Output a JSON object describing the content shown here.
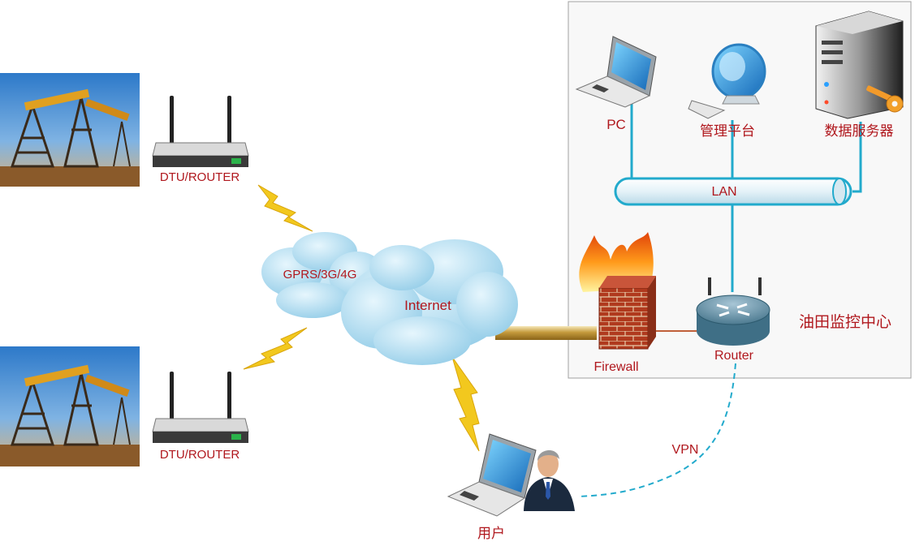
{
  "labels": {
    "dtu_top": "DTU/ROUTER",
    "dtu_bottom": "DTU/ROUTER",
    "wireless": "GPRS/3G/4G",
    "internet": "Internet",
    "pc": "PC",
    "mgmt_platform": "管理平台",
    "data_server": "数据服务器",
    "lan": "LAN",
    "firewall": "Firewall",
    "router": "Router",
    "control_center": "油田监控中心",
    "vpn": "VPN",
    "user": "用户"
  },
  "icons": {
    "oil_field_top": "oil-pump-photo",
    "oil_field_bottom": "oil-pump-photo",
    "dtu_top": "wireless-router",
    "dtu_bottom": "wireless-router",
    "pc": "laptop",
    "mgmt_platform": "desktop-computer",
    "data_server": "tower-server-with-key",
    "firewall": "brick-firewall",
    "router": "cisco-router",
    "user": "user-with-laptop"
  },
  "colors": {
    "label_text": "#b0171d",
    "link_line": "#22aacc",
    "vpn_line": "#22aacc",
    "wan_pipe": "#c49a3c",
    "lightning": "#f2c81e",
    "cloud": "#a9d8ee",
    "panel_border": "#a0a0a0"
  }
}
